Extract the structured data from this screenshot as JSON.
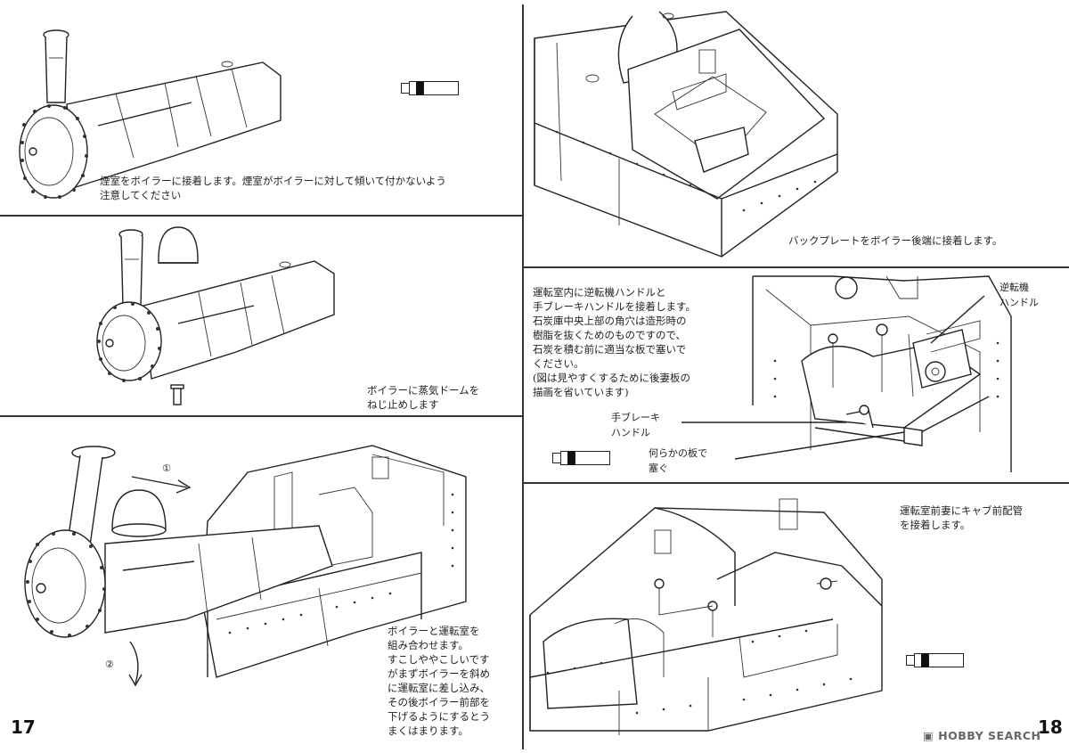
{
  "page_left_number": "17",
  "page_right_number": "18",
  "brand": "HOBBY SEARCH",
  "steps": {
    "step1": {
      "lines": [
        "煙室をボイラーに接着します。煙室がボイラーに対して傾いて付かないよう",
        "注意してください"
      ]
    },
    "step2": {
      "lines": [
        "ボイラーに蒸気ドームを",
        "ねじ止めします"
      ]
    },
    "step3": {
      "arrow1": "①",
      "arrow2": "②",
      "lines": [
        "ボイラーと運転室を",
        "組み合わせます。",
        "すこしややこしいです",
        "がまずボイラーを斜め",
        "に運転室に差し込み、",
        "その後ボイラー前部を",
        "下げるようにするとう",
        "まくはまります。"
      ]
    },
    "step4": {
      "lines": [
        "バックプレートをボイラー後端に接着します。"
      ]
    },
    "step5": {
      "lines": [
        "運転室内に逆転機ハンドルと",
        "手ブレーキハンドルを接着します。",
        "石炭庫中央上部の角穴は造形時の",
        "樹脂を抜くためのものですので、",
        "石炭を積む前に適当な板で塞いで",
        "ください。",
        "(図は見やすくするために後妻板の",
        "描画を省いています)"
      ],
      "label_reverser": [
        "逆転機",
        "ハンドル"
      ],
      "label_handbrake": [
        "手ブレーキ",
        "ハンドル"
      ],
      "label_plate": [
        "何らかの板で",
        "塞ぐ"
      ]
    },
    "step6": {
      "lines": [
        "運転室前妻にキャブ前配管",
        "を接着します。"
      ]
    }
  }
}
